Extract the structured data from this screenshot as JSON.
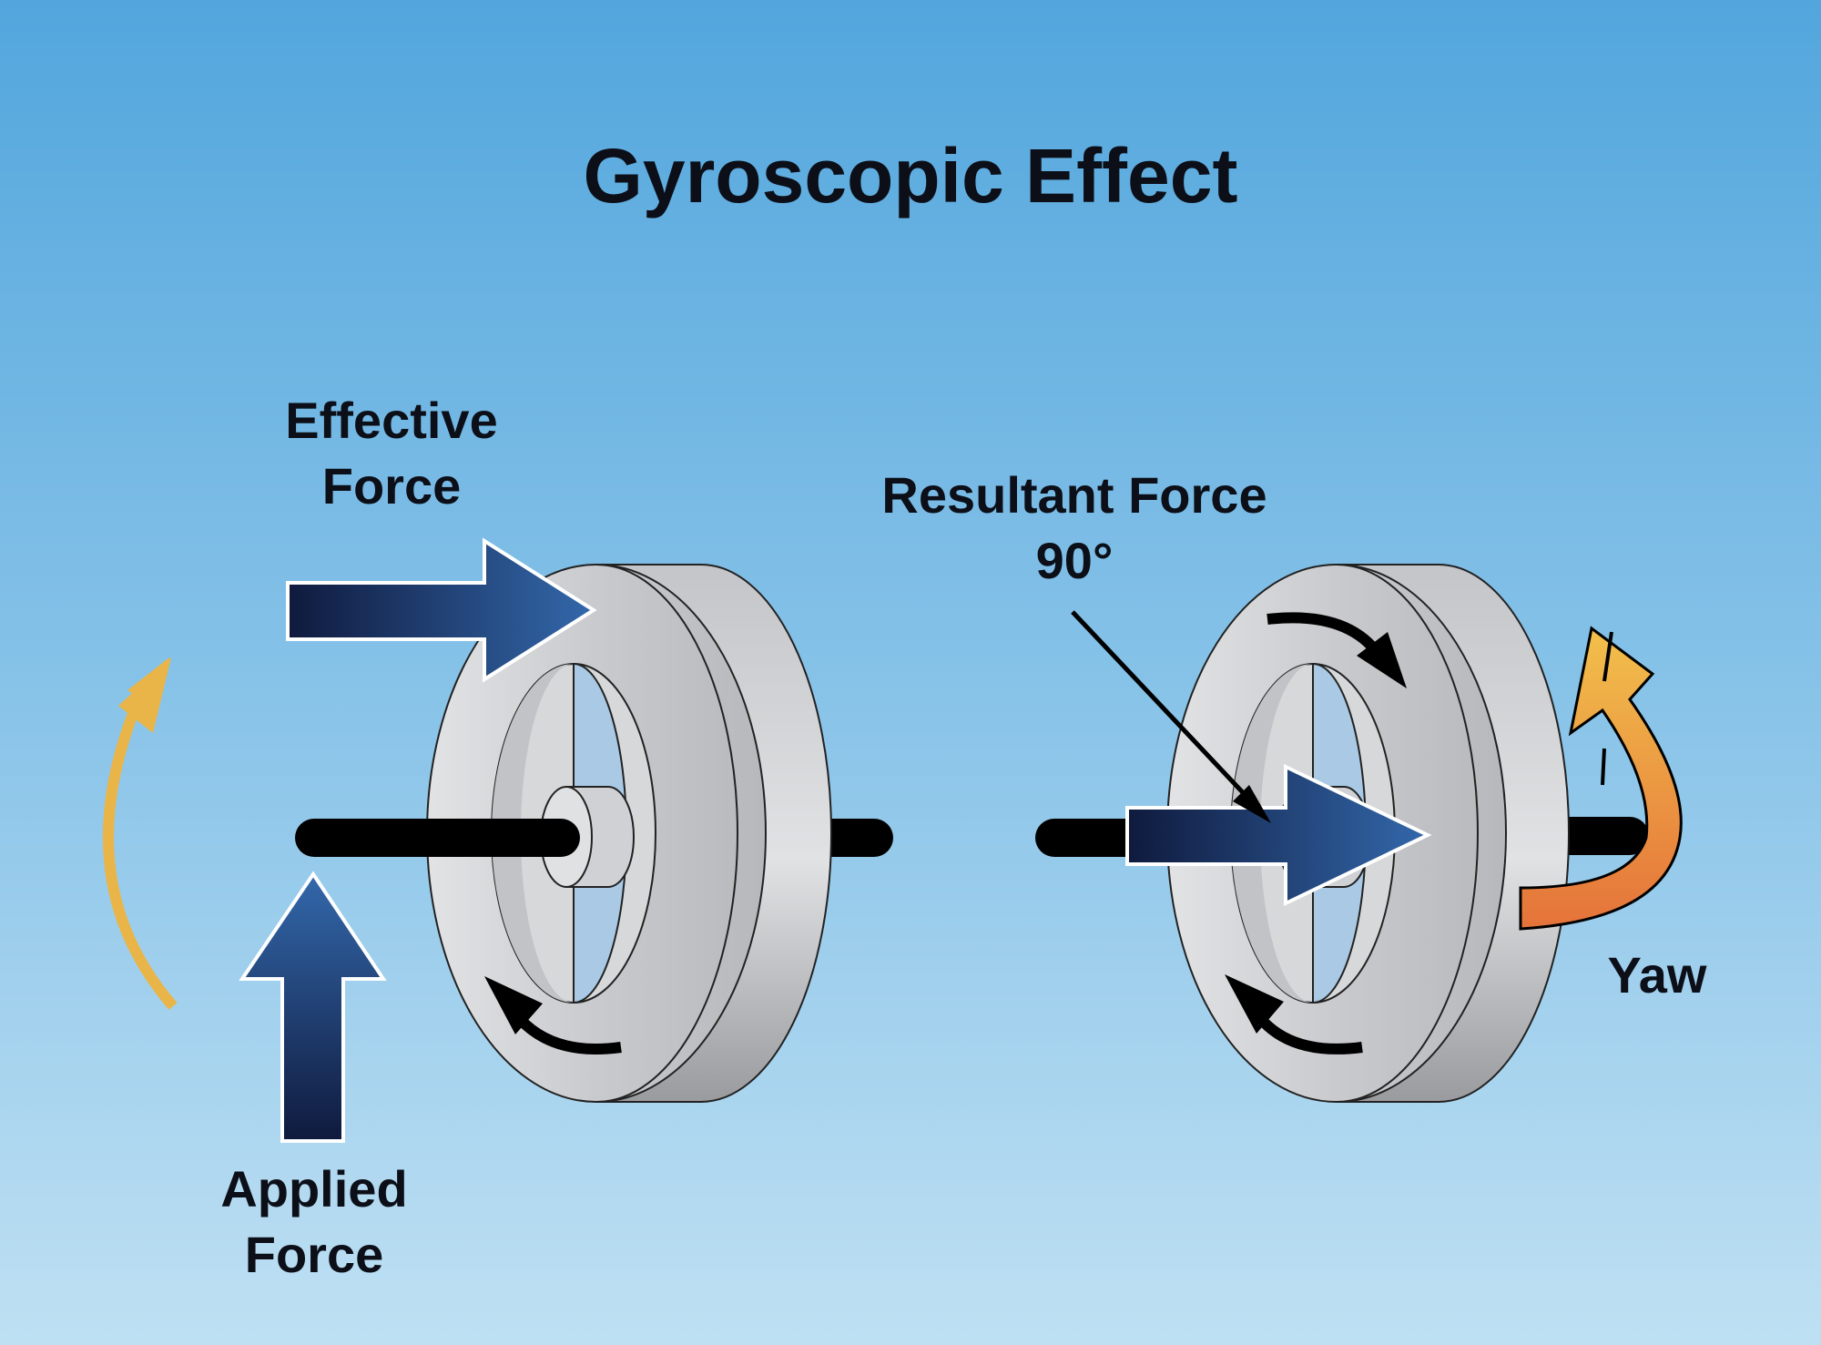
{
  "title": "Gyroscopic Effect",
  "labels": {
    "effective_force": [
      "Effective",
      "Force"
    ],
    "applied_force": [
      "Applied",
      "Force"
    ],
    "resultant_force": [
      "Resultant Force",
      "90°"
    ],
    "yaw": "Yaw"
  },
  "colors": {
    "background_top": "#52a6dd",
    "background_bottom": "#bfe0f3",
    "force_arrow_dark": "#0f1a3d",
    "force_arrow_light": "#2f66a8",
    "rotation_arrow": "#e9b548",
    "yaw_arrow_top": "#f0b94a",
    "yaw_arrow_bottom": "#e67a3a",
    "wheel": "#cfd0d3",
    "axle": "#000000"
  }
}
